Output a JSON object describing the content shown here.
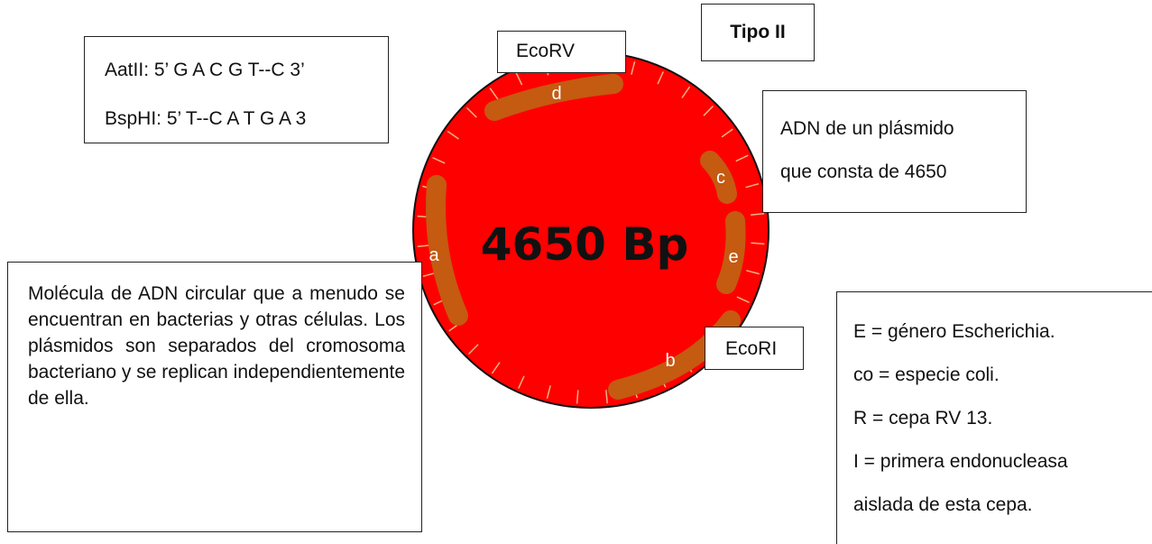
{
  "plasmid": {
    "size_label": "4650 Bp",
    "fragments": [
      "a",
      "b",
      "c",
      "d",
      "e"
    ],
    "colors": {
      "circle": "#ff0000",
      "fragment": "#c55a11",
      "tick": "#f4b183"
    }
  },
  "labels": {
    "ecorv": "EcoRV",
    "ecori": "EcoRI",
    "tipo": "Tipo II"
  },
  "enzymes": {
    "aatii": "AatII: 5’ G A C G T--C 3’",
    "bsphi": "BspHI: 5’ T--C A T G A 3"
  },
  "plasmid_desc": {
    "line1": "ADN de un plásmido",
    "line2": "que consta de 4650"
  },
  "molecule_desc": {
    "text": "Molécula de ADN circular que a menudo se encuentran en bacterias y otras células. Los plásmidos son separados del cromosoma bacteriano y se replican independientemente de ella."
  },
  "ecori_expl": {
    "line1": "E = género Escherichia.",
    "line2": "co = especie coli.",
    "line3": "R = cepa RV 13.",
    "line4": "I = primera endonucleasa",
    "line5": "aislada de esta cepa."
  }
}
